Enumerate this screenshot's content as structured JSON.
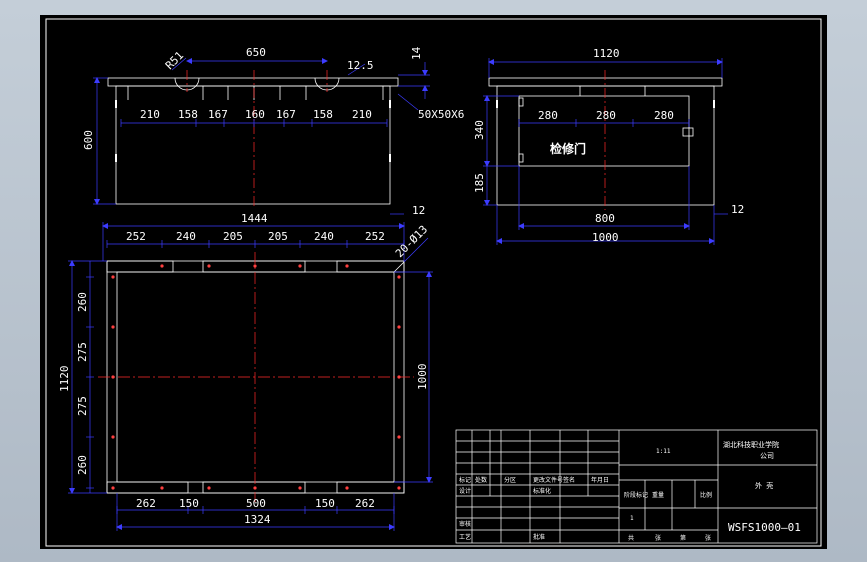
{
  "colors": {
    "outer": "#b7c3cf",
    "paper": "#000000",
    "border": "#ffffff",
    "dim": "#3c3cff",
    "center": "#ff2a2a",
    "hole": "#ff4040"
  },
  "front_view": {
    "top_overall": "650",
    "top_chain": [
      "210",
      "158",
      "167",
      "160",
      "167",
      "158",
      "210"
    ],
    "height": "600",
    "radius": "R51",
    "corner": "12.5",
    "thickness_top": "14",
    "angle": "50X50X6",
    "bottom_right": "12"
  },
  "side_view": {
    "top": "1120",
    "chain": [
      "280",
      "280",
      "280"
    ],
    "upper_height": "340",
    "lower_height": "185",
    "door_label": "检修门",
    "door_width": "800",
    "bottom_overall": "1000",
    "bottom_right": "12"
  },
  "plan_view": {
    "top_overall": "1444",
    "top_chain": [
      "252",
      "240",
      "205",
      "205",
      "240",
      "252"
    ],
    "holes": "20-Ø13",
    "left_overall": "1120",
    "left_chain": [
      "260",
      "275",
      "275",
      "260"
    ],
    "right_dim": "1000",
    "bottom_chain": [
      "262",
      "150",
      "500",
      "150",
      "262"
    ],
    "bottom_overall": "1324"
  },
  "title_block": {
    "drawing_no": "WSFS1000—01",
    "company": "湖北科技职业学院",
    "company_sub": "公司",
    "part_name": "外 壳",
    "center_code": "1:11",
    "row_labels": [
      "标记",
      "处数",
      "分区",
      "更改文件号",
      "签名",
      "年月日"
    ],
    "role_labels": [
      "设计",
      "标准化",
      "审核",
      "工艺",
      "批准"
    ],
    "stage_labels": [
      "阶段标记",
      "重量",
      "比例"
    ],
    "sheet_labels": [
      "共",
      "张",
      "第",
      "张"
    ],
    "stage_value": "1"
  }
}
